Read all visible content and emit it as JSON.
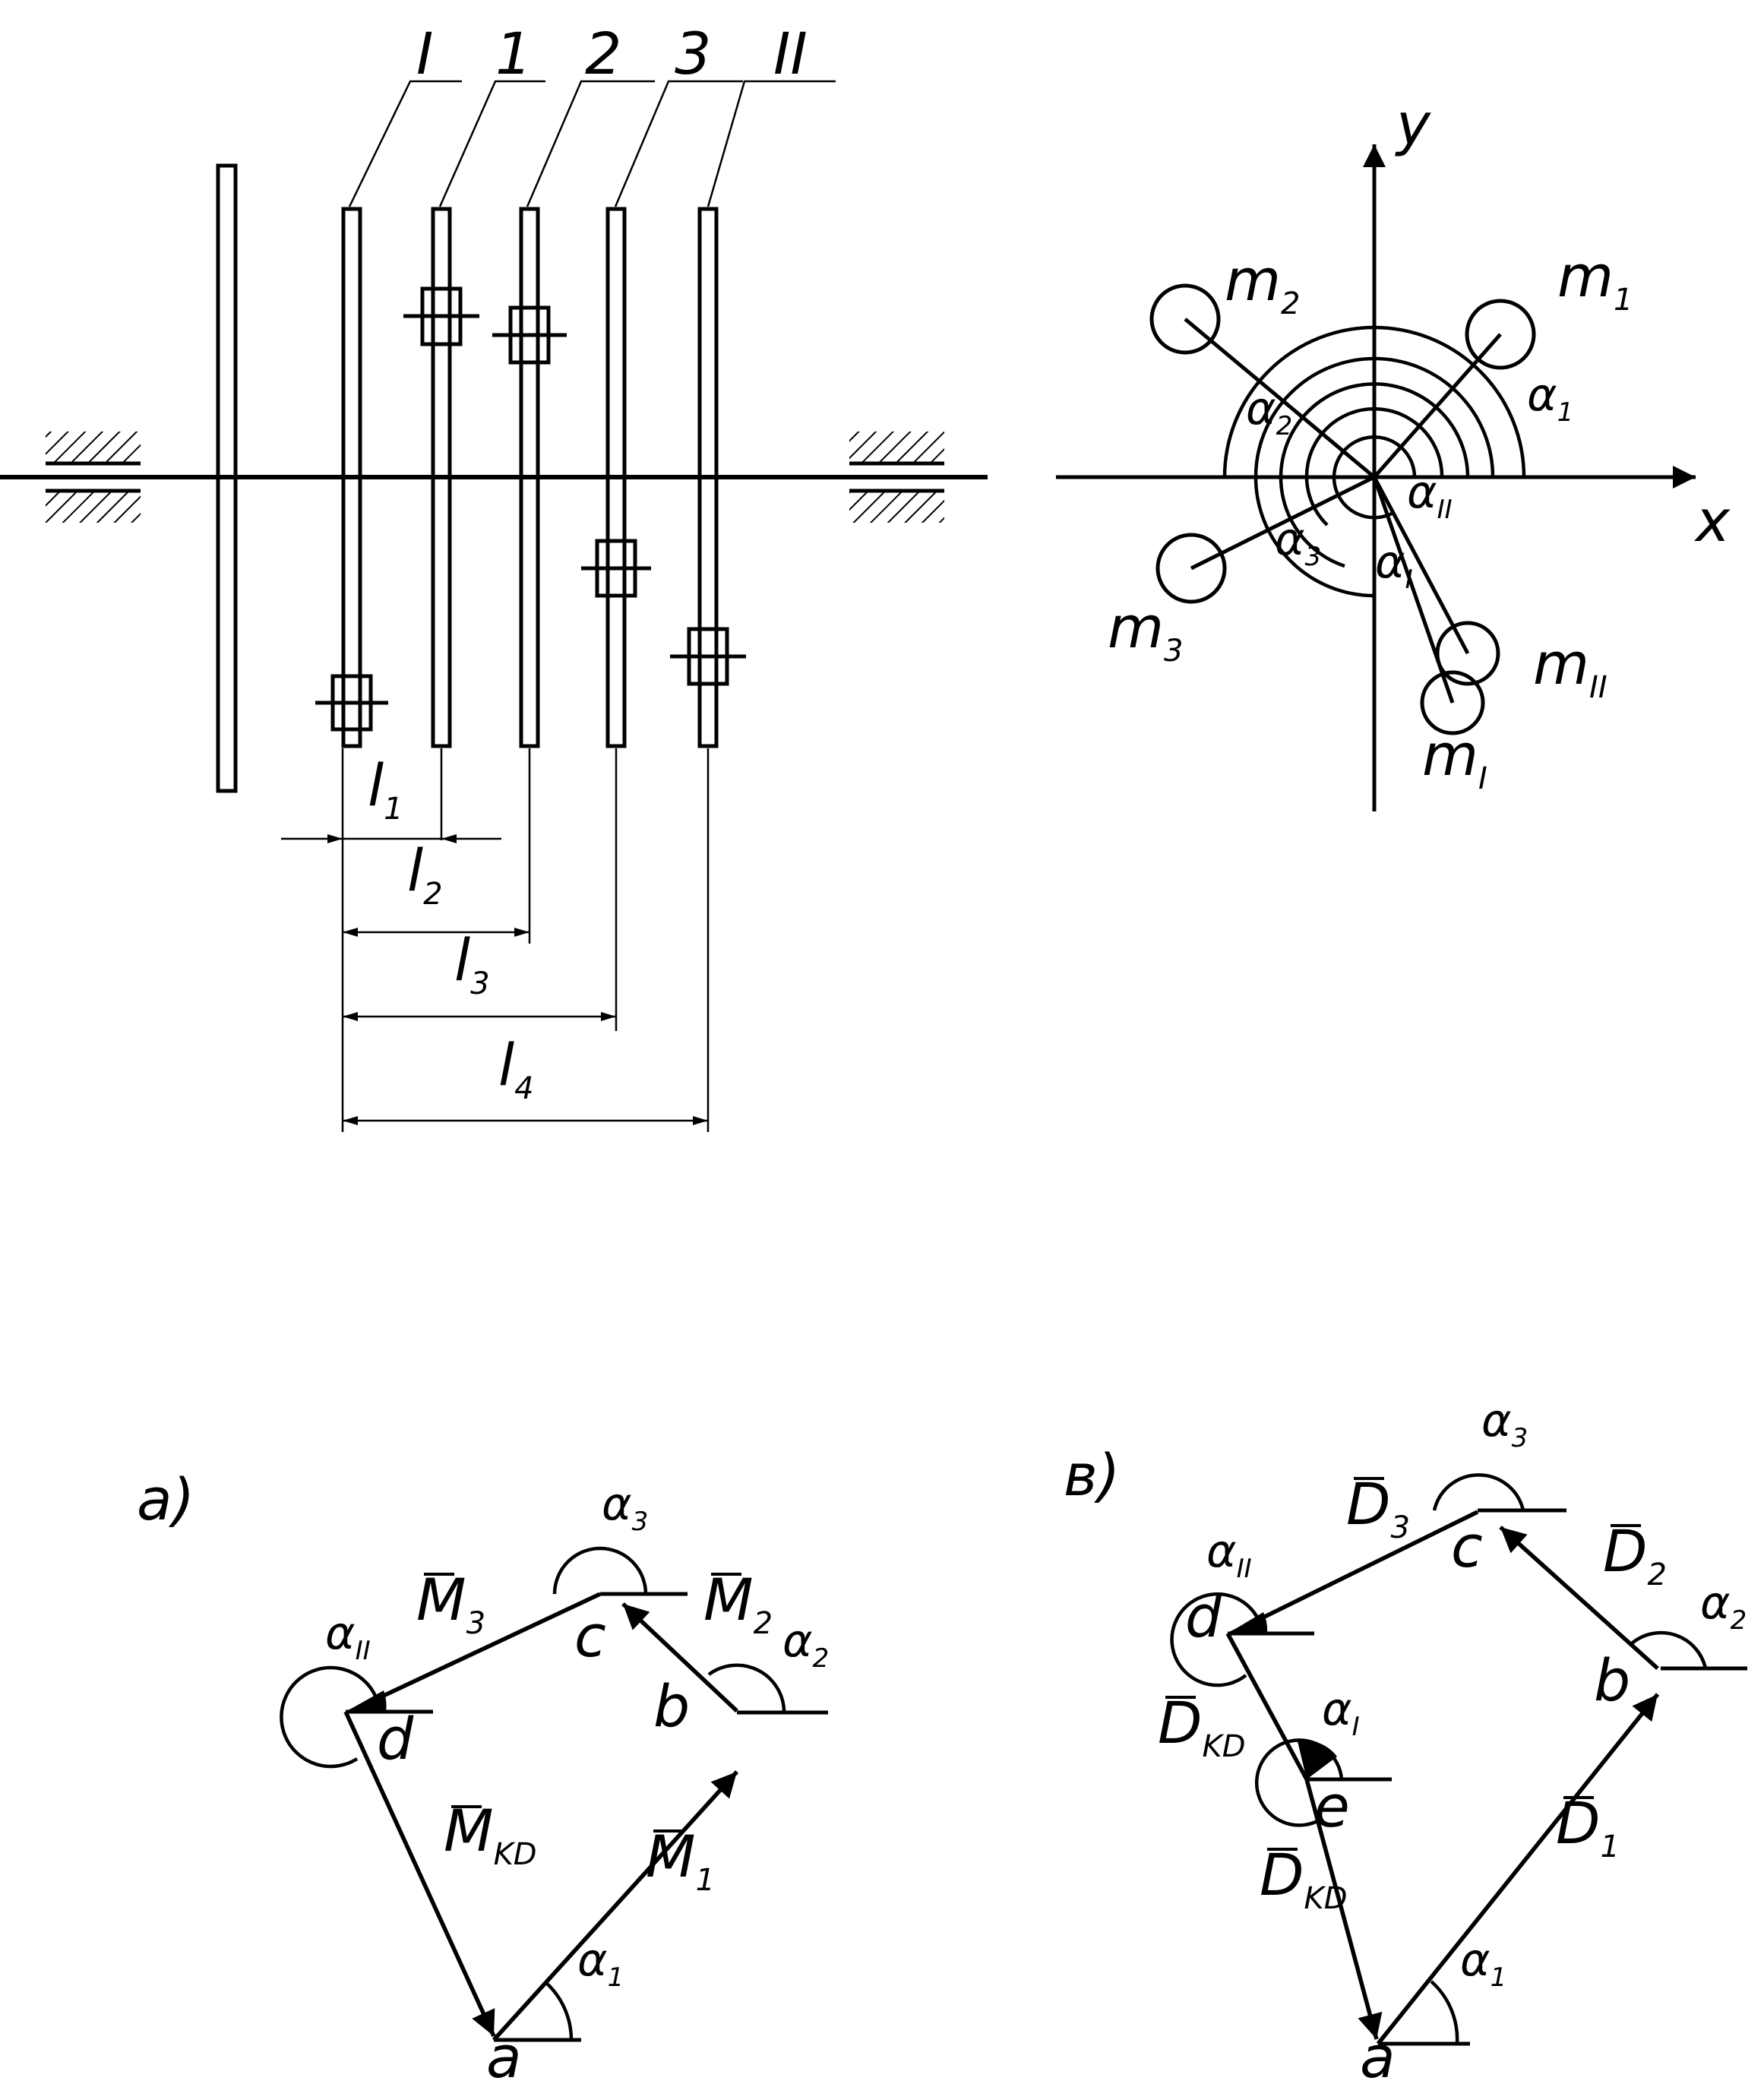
{
  "colors": {
    "ink": "#000000",
    "paper": "#ffffff"
  },
  "shaft_view": {
    "callouts": [
      "I",
      "1",
      "2",
      "3",
      "II"
    ],
    "dimensions": {
      "l1": {
        "main": "l",
        "sub": "1"
      },
      "l2": {
        "main": "l",
        "sub": "2"
      },
      "l3": {
        "main": "l",
        "sub": "3"
      },
      "l4": {
        "main": "l",
        "sub": "4"
      }
    }
  },
  "polar_view": {
    "axis_x": "x",
    "axis_y": "y",
    "masses": {
      "m1": {
        "main": "m",
        "sub": "1"
      },
      "m2": {
        "main": "m",
        "sub": "2"
      },
      "m3": {
        "main": "m",
        "sub": "3"
      },
      "mI": {
        "main": "m",
        "sub": "I"
      },
      "mII": {
        "main": "m",
        "sub": "II"
      }
    },
    "angles": {
      "a1": {
        "main": "α",
        "sub": "1"
      },
      "a2": {
        "main": "α",
        "sub": "2"
      },
      "a3": {
        "main": "α",
        "sub": "3"
      },
      "aI": {
        "main": "α",
        "sub": "I"
      },
      "aII": {
        "main": "α",
        "sub": "II"
      }
    }
  },
  "polygon_a": {
    "caption": "a)",
    "points": {
      "a": "a",
      "b": "b",
      "c": "c",
      "d": "d"
    },
    "vectors": {
      "M1": {
        "main": "M",
        "sub": "1"
      },
      "M2": {
        "main": "M",
        "sub": "2"
      },
      "M3": {
        "main": "M",
        "sub": "3"
      },
      "MKD": {
        "main": "M",
        "sub": "KD"
      }
    },
    "angles": {
      "a1": {
        "main": "α",
        "sub": "1"
      },
      "a2": {
        "main": "α",
        "sub": "2"
      },
      "a3": {
        "main": "α",
        "sub": "3"
      },
      "aII": {
        "main": "α",
        "sub": "II"
      }
    }
  },
  "polygon_b": {
    "caption": "в)",
    "points": {
      "a": "a",
      "b": "b",
      "c": "c",
      "d": "d",
      "e": "e"
    },
    "vectors": {
      "D1": {
        "main": "D",
        "sub": "1"
      },
      "D2": {
        "main": "D",
        "sub": "2"
      },
      "D3": {
        "main": "D",
        "sub": "3"
      },
      "DKD1": {
        "main": "D",
        "sub": "KD"
      },
      "DKD2": {
        "main": "D",
        "sub": "KD"
      }
    },
    "angles": {
      "a1": {
        "main": "α",
        "sub": "1"
      },
      "a2": {
        "main": "α",
        "sub": "2"
      },
      "a3": {
        "main": "α",
        "sub": "3"
      },
      "aI": {
        "main": "α",
        "sub": "I"
      },
      "aII": {
        "main": "α",
        "sub": "II"
      }
    }
  }
}
